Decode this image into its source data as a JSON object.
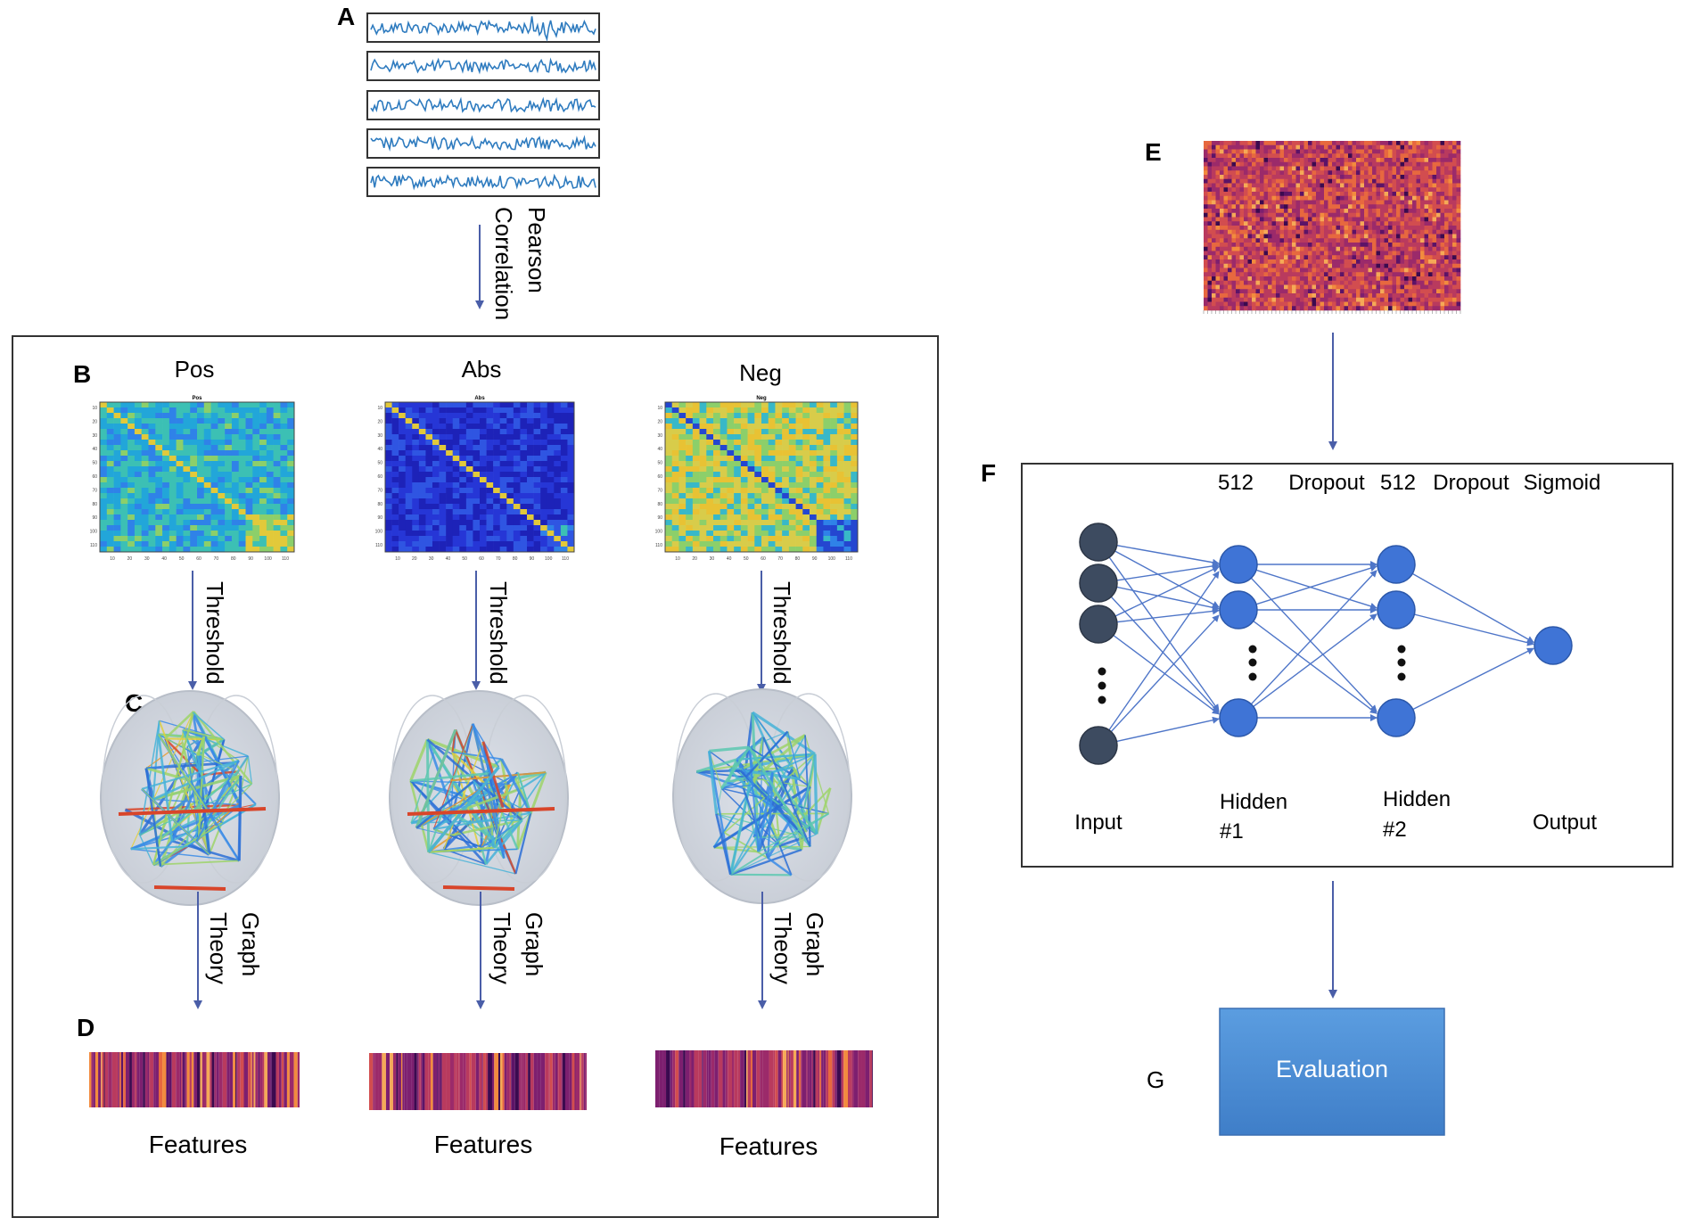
{
  "panels": {
    "A": "A",
    "B": "B",
    "C": "C",
    "D": "D",
    "E": "E",
    "F": "F",
    "G": "G"
  },
  "arrows": {
    "pearson_1": "Pearson",
    "pearson_2": "Correlation",
    "threshold": "Threshold",
    "graph_1": "Graph",
    "graph_2": "Theory"
  },
  "matrices": [
    {
      "title": "Pos",
      "inner_title": "Pos"
    },
    {
      "title": "Abs",
      "inner_title": "Abs"
    },
    {
      "title": "Neg",
      "inner_title": "Neg"
    }
  ],
  "tick_labels_y": [
    "10",
    "20",
    "30",
    "40",
    "50",
    "60",
    "70",
    "80",
    "90",
    "100",
    "110"
  ],
  "tick_labels_x": [
    "10",
    "20",
    "30",
    "40",
    "50",
    "60",
    "70",
    "80",
    "90",
    "100",
    "110"
  ],
  "features_label": "Features",
  "network": {
    "header_512a": "512",
    "header_dropout_a": "Dropout",
    "header_512b": "512",
    "header_dropout_b": "Dropout",
    "header_sigmoid": "Sigmoid",
    "input": "Input",
    "hidden1_a": "Hidden",
    "hidden1_b": "#1",
    "hidden2_a": "Hidden",
    "hidden2_b": "#2",
    "output": "Output"
  },
  "evaluation": "Evaluation",
  "colors": {
    "arrow": "#4a5ea8",
    "node_input": "#3d4b60",
    "node_hidden": "#3f74d6",
    "eval_box": "#4b8fd6",
    "signal": "#2e7bbf"
  }
}
